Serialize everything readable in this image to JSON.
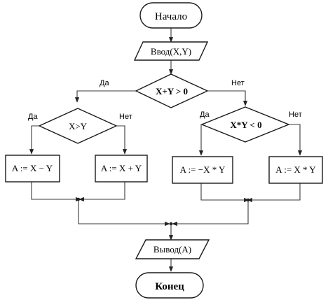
{
  "nodes": {
    "start": "Начало",
    "input": "Ввод(X,Y)",
    "cond_main": "X+Y > 0",
    "cond_left": "X>Y",
    "cond_right": "X*Y < 0",
    "assign_1": "A := X − Y",
    "assign_2": "A := X + Y",
    "assign_3": "A := −X * Y",
    "assign_4": "A := X * Y",
    "output": "Вывод(A)",
    "end": "Конец"
  },
  "branches": {
    "yes": "Да",
    "no": "Нет"
  }
}
